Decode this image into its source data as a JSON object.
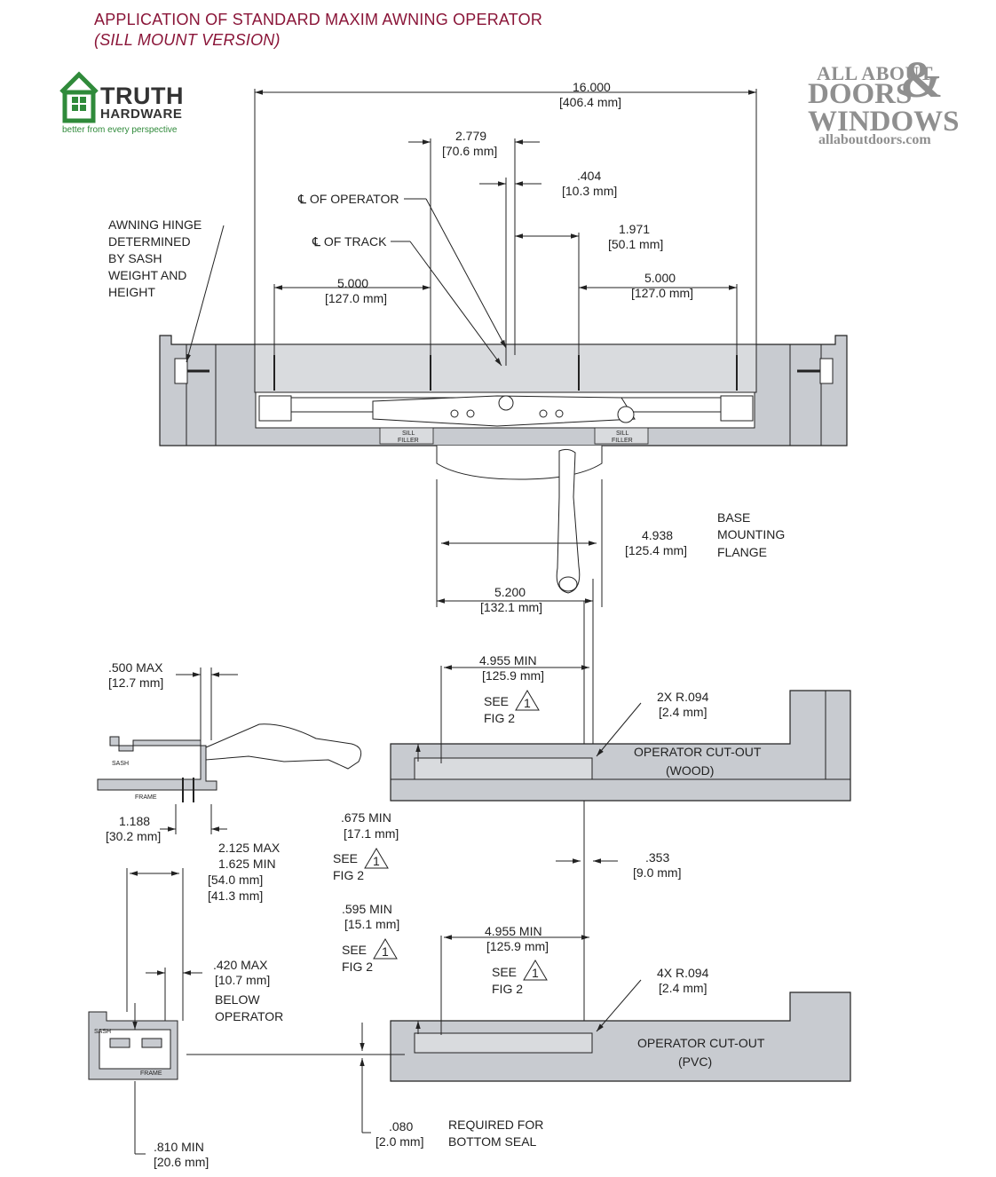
{
  "title": {
    "line1": "APPLICATION OF STANDARD MAXIM AWNING OPERATOR",
    "line2": "(SILL MOUNT VERSION)"
  },
  "logo": {
    "word1": "TRUTH",
    "word2": "HARDWARE",
    "tagline": "better from every perspective"
  },
  "watermark": {
    "line1": "ALL ABOUT",
    "line2": "DOORS",
    "line3": "WINDOWS",
    "ampersand": "&",
    "url": "allaboutdoors.com"
  },
  "dimensions": {
    "d16000": [
      "16.000",
      "[406.4 mm]"
    ],
    "d2779": [
      "2.779",
      "[70.6 mm]"
    ],
    "d404": [
      ".404",
      "[10.3 mm]"
    ],
    "d1971": [
      "1.971",
      "[50.1 mm]"
    ],
    "d5000L": [
      "5.000",
      "[127.0 mm]"
    ],
    "d5000R": [
      "5.000",
      "[127.0 mm]"
    ],
    "d4938": [
      "4.938",
      "[125.4 mm]"
    ],
    "d5200": [
      "5.200",
      "[132.1 mm]"
    ],
    "d500": [
      ".500  MAX",
      "[12.7 mm]"
    ],
    "d4955a": [
      "4.955   MIN",
      "[125.9 mm]"
    ],
    "d2x": [
      "2X  R.094",
      "[2.4 mm]"
    ],
    "d1188": [
      "1.188",
      "[30.2 mm]"
    ],
    "d675": [
      ".675   MIN",
      "[17.1 mm]"
    ],
    "d2125": [
      "2.125     MAX",
      "1.625     MIN",
      "[54.0 mm]",
      "[41.3 mm]"
    ],
    "d353": [
      ".353",
      "[9.0 mm]"
    ],
    "d595": [
      ".595   MIN",
      "[15.1 mm]"
    ],
    "d4955b": [
      "4.955   MIN",
      "[125.9 mm]"
    ],
    "d420": [
      ".420   MAX",
      "[10.7 mm]",
      "BELOW",
      "OPERATOR"
    ],
    "d4x": [
      "4X  R.094",
      "[2.4 mm]"
    ],
    "d080": [
      ".080",
      "[2.0 mm]"
    ],
    "d810": [
      ".810   MIN",
      "[20.6 mm]"
    ]
  },
  "labels": {
    "cl_operator": "℄ OF OPERATOR",
    "cl_track": "℄ OF TRACK",
    "awning_hinge": [
      "AWNING HINGE",
      "DETERMINED",
      "BY SASH",
      "WEIGHT AND",
      "HEIGHT"
    ],
    "base_flange": [
      "BASE",
      "MOUNTING",
      "FLANGE"
    ],
    "cutout_wood": [
      "OPERATOR CUT-OUT",
      "(WOOD)"
    ],
    "cutout_pvc": [
      "OPERATOR CUT-OUT",
      "(PVC)"
    ],
    "see": "SEE",
    "fig2": "FIG 2",
    "note_num": "1",
    "bottom_seal": [
      "REQUIRED FOR",
      "BOTTOM SEAL"
    ],
    "sill_filler": [
      "SILL",
      "FILLER"
    ],
    "sash": "SASH",
    "frame": "FRAME"
  },
  "colors": {
    "title": "#8a1538",
    "profile_fill": "#c8cbd0",
    "line": "#222222",
    "logo_green": "#2f8a3a"
  }
}
